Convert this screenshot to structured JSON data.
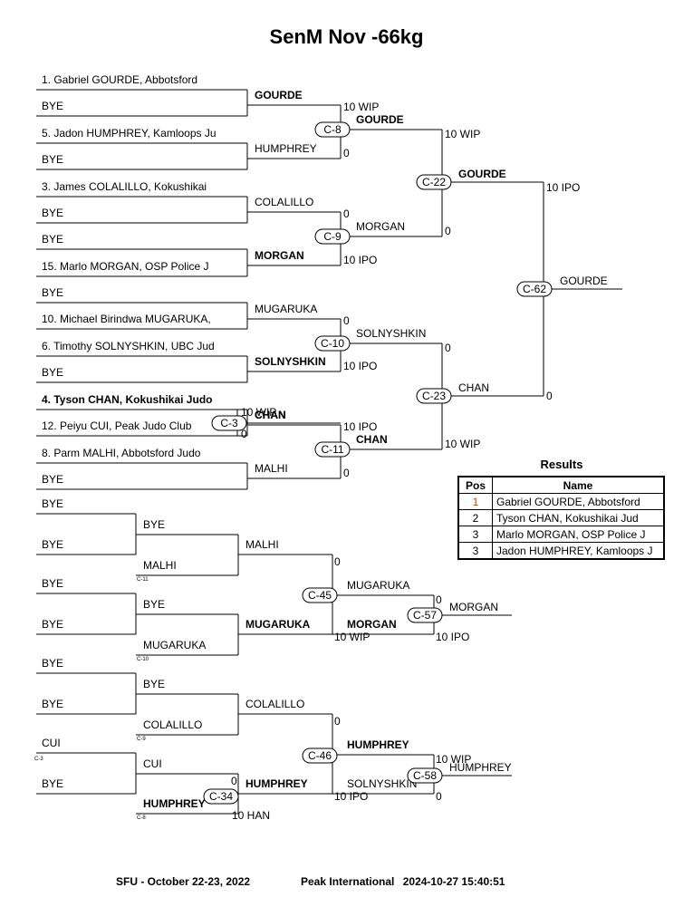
{
  "title": "SenM Nov -66kg",
  "entries": [
    {
      "text": "1. Gabriel GOURDE, Abbotsford",
      "bold": false
    },
    {
      "text": "BYE",
      "bold": false
    },
    {
      "text": "5. Jadon HUMPHREY, Kamloops Ju",
      "bold": false
    },
    {
      "text": "BYE",
      "bold": false
    },
    {
      "text": "3. James COLALILLO, Kokushikai",
      "bold": false
    },
    {
      "text": "BYE",
      "bold": false
    },
    {
      "text": "BYE",
      "bold": false
    },
    {
      "text": "15. Marlo MORGAN, OSP Police J",
      "bold": false
    },
    {
      "text": "BYE",
      "bold": false
    },
    {
      "text": "10. Michael Birindwa MUGARUKA,",
      "bold": false
    },
    {
      "text": "6. Timothy SOLNYSHKIN, UBC Jud",
      "bold": false
    },
    {
      "text": "BYE",
      "bold": false
    },
    {
      "text": "4. Tyson CHAN, Kokushikai Judo",
      "bold": true
    },
    {
      "text": "12. Peiyu CUI, Peak Judo Club",
      "bold": false
    },
    {
      "text": "8. Parm MALHI, Abbotsford Judo",
      "bold": false
    },
    {
      "text": "BYE",
      "bold": false
    }
  ],
  "main_labels": [
    {
      "text": "GOURDE",
      "bold": true
    },
    {
      "text": "HUMPHREY",
      "bold": false
    },
    {
      "text": "COLALILLO",
      "bold": false
    },
    {
      "text": "MORGAN",
      "bold": true
    },
    {
      "text": "MUGARUKA",
      "bold": false
    },
    {
      "text": "SOLNYSHKIN",
      "bold": true
    },
    {
      "text": "CHAN",
      "bold": true
    },
    {
      "text": "MALHI",
      "bold": false
    },
    {
      "text": "GOURDE",
      "bold": true
    },
    {
      "text": "MORGAN",
      "bold": false
    },
    {
      "text": "SOLNYSHKIN",
      "bold": false
    },
    {
      "text": "CHAN",
      "bold": true
    },
    {
      "text": "GOURDE",
      "bold": true
    },
    {
      "text": "CHAN",
      "bold": false
    },
    {
      "text": "GOURDE",
      "bold": false
    }
  ],
  "main_scores": [
    "10 WIP",
    "0",
    "0",
    "10 IPO",
    "0",
    "10 IPO",
    "10 IPO",
    "0",
    "10 WIP",
    "0",
    "0",
    "10 WIP",
    "10 IPO",
    "0",
    "10 WIP",
    "0"
  ],
  "main_matches": [
    "C-8",
    "C-9",
    "C-10",
    "C-11",
    "C-22",
    "C-23",
    "C-62",
    "C-3"
  ],
  "rep_entries": [
    "BYE",
    "BYE",
    "BYE",
    "BYE",
    "BYE",
    "BYE",
    "CUI",
    "BYE"
  ],
  "rep_entry_refs": [
    "C-3"
  ],
  "rep_labels": [
    {
      "text": "BYE",
      "bold": false
    },
    {
      "text": "MALHI",
      "bold": false
    },
    {
      "text": "BYE",
      "bold": false
    },
    {
      "text": "MUGARUKA",
      "bold": false
    },
    {
      "text": "BYE",
      "bold": false
    },
    {
      "text": "COLALILLO",
      "bold": false
    },
    {
      "text": "CUI",
      "bold": false
    },
    {
      "text": "HUMPHREY",
      "bold": true
    },
    {
      "text": "MALHI",
      "bold": false
    },
    {
      "text": "MUGARUKA",
      "bold": true
    },
    {
      "text": "COLALILLO",
      "bold": false
    },
    {
      "text": "HUMPHREY",
      "bold": true
    },
    {
      "text": "MUGARUKA",
      "bold": false
    },
    {
      "text": "MORGAN",
      "bold": true
    },
    {
      "text": "HUMPHREY",
      "bold": true
    },
    {
      "text": "SOLNYSHKIN",
      "bold": false
    },
    {
      "text": "MORGAN",
      "bold": false
    },
    {
      "text": "HUMPHREY",
      "bold": false
    }
  ],
  "rep_refs": [
    "C-11",
    "C-10",
    "C-9",
    "C-8"
  ],
  "rep_scores": [
    "0",
    "10 HAN",
    "0",
    "10 WIP",
    "0",
    "10 IPO",
    "0",
    "10 IPO",
    "10 WIP",
    "0"
  ],
  "rep_matches": [
    "C-34",
    "C-45",
    "C-46",
    "C-57",
    "C-58"
  ],
  "results": {
    "title": "Results",
    "headers": [
      "Pos",
      "Name"
    ],
    "rows": [
      {
        "pos": "1",
        "name": "Gabriel GOURDE, Abbotsford"
      },
      {
        "pos": "2",
        "name": "Tyson CHAN, Kokushikai Jud"
      },
      {
        "pos": "3",
        "name": "Marlo MORGAN, OSP Police J"
      },
      {
        "pos": "3",
        "name": "Jadon HUMPHREY, Kamloops J"
      }
    ]
  },
  "footer": {
    "event": "SFU - October 22-23, 2022",
    "software": "Peak International",
    "timestamp": "2024-10-27 15:40:51"
  }
}
